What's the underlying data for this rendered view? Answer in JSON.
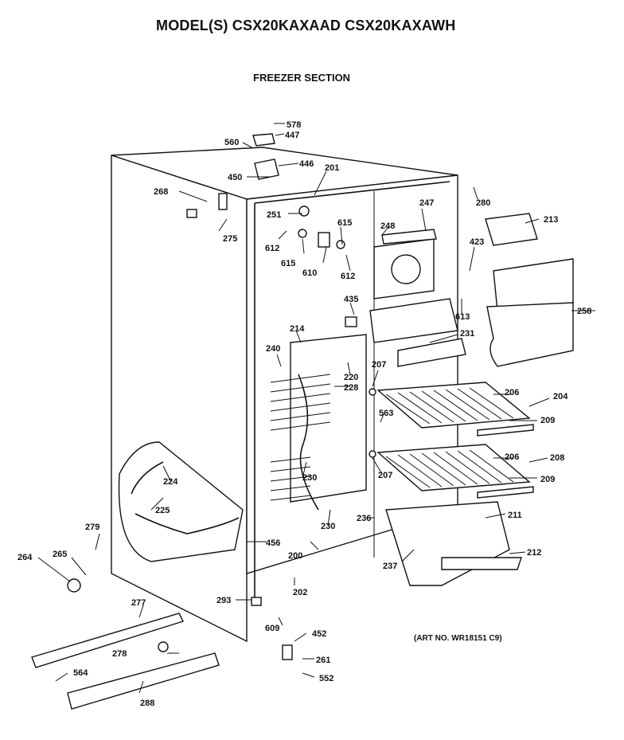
{
  "header": {
    "title": "MODEL(S) CSX20KAXAAD CSX20KAXAWH",
    "subtitle": "FREEZER SECTION"
  },
  "footer": {
    "art_no": "(ART NO. WR18151 C9)"
  },
  "parts": [
    {
      "id": "p578",
      "label": "578"
    },
    {
      "id": "p447",
      "label": "447"
    },
    {
      "id": "p560",
      "label": "560"
    },
    {
      "id": "p446",
      "label": "446"
    },
    {
      "id": "p450",
      "label": "450"
    },
    {
      "id": "p201",
      "label": "201"
    },
    {
      "id": "p268",
      "label": "268"
    },
    {
      "id": "p275",
      "label": "275"
    },
    {
      "id": "p280",
      "label": "280"
    },
    {
      "id": "p247",
      "label": "247"
    },
    {
      "id": "p251",
      "label": "251"
    },
    {
      "id": "p615a",
      "label": "615"
    },
    {
      "id": "p248",
      "label": "248"
    },
    {
      "id": "p213",
      "label": "213"
    },
    {
      "id": "p612a",
      "label": "612"
    },
    {
      "id": "p615b",
      "label": "615"
    },
    {
      "id": "p610",
      "label": "610"
    },
    {
      "id": "p612b",
      "label": "612"
    },
    {
      "id": "p423",
      "label": "423"
    },
    {
      "id": "p613",
      "label": "613"
    },
    {
      "id": "p258",
      "label": "258"
    },
    {
      "id": "p435",
      "label": "435"
    },
    {
      "id": "p231",
      "label": "231"
    },
    {
      "id": "p214",
      "label": "214"
    },
    {
      "id": "p240",
      "label": "240"
    },
    {
      "id": "p220",
      "label": "220"
    },
    {
      "id": "p228",
      "label": "228"
    },
    {
      "id": "p207a",
      "label": "207"
    },
    {
      "id": "p206a",
      "label": "206"
    },
    {
      "id": "p204",
      "label": "204"
    },
    {
      "id": "p563",
      "label": "563"
    },
    {
      "id": "p209a",
      "label": "209"
    },
    {
      "id": "p206b",
      "label": "206"
    },
    {
      "id": "p208",
      "label": "208"
    },
    {
      "id": "p224",
      "label": "224"
    },
    {
      "id": "p207b",
      "label": "207"
    },
    {
      "id": "p230a",
      "label": "230"
    },
    {
      "id": "p209b",
      "label": "209"
    },
    {
      "id": "p225",
      "label": "225"
    },
    {
      "id": "p211",
      "label": "211"
    },
    {
      "id": "p236",
      "label": "236"
    },
    {
      "id": "p230b",
      "label": "230"
    },
    {
      "id": "p279",
      "label": "279"
    },
    {
      "id": "p456",
      "label": "456"
    },
    {
      "id": "p200",
      "label": "200"
    },
    {
      "id": "p212",
      "label": "212"
    },
    {
      "id": "p264",
      "label": "264"
    },
    {
      "id": "p265",
      "label": "265"
    },
    {
      "id": "p237",
      "label": "237"
    },
    {
      "id": "p202",
      "label": "202"
    },
    {
      "id": "p293",
      "label": "293"
    },
    {
      "id": "p277",
      "label": "277"
    },
    {
      "id": "p609",
      "label": "609"
    },
    {
      "id": "p452",
      "label": "452"
    },
    {
      "id": "p278",
      "label": "278"
    },
    {
      "id": "p261",
      "label": "261"
    },
    {
      "id": "p564",
      "label": "564"
    },
    {
      "id": "p552",
      "label": "552"
    },
    {
      "id": "p288",
      "label": "288"
    }
  ]
}
